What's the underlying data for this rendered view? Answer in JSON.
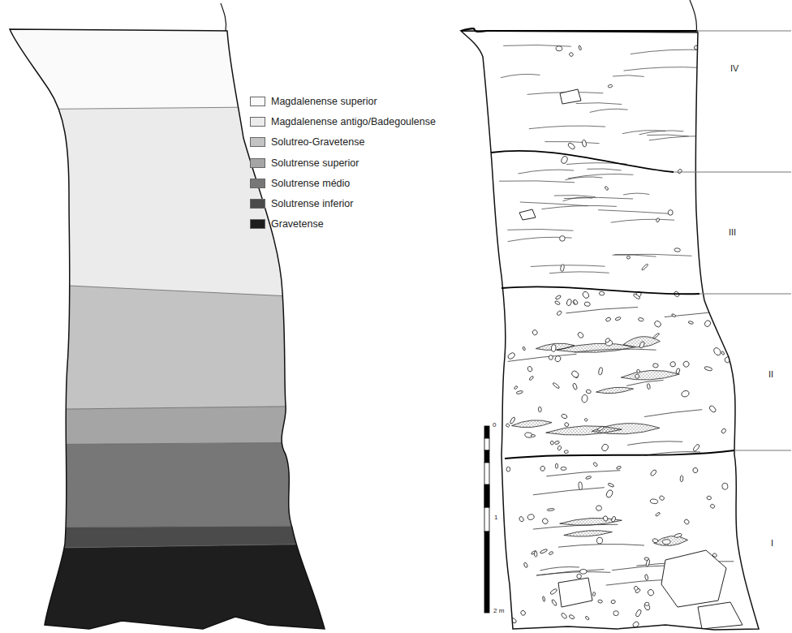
{
  "diagram": {
    "labels": [
      "IV",
      "III",
      "II",
      "I",
      "0",
      "1",
      "2 m"
    ],
    "legend": [
      {
        "text": "Magdalenense superior",
        "color": "#fafafa"
      },
      {
        "text": "Magdalenense antigo/Badegoulense",
        "color": "#ebebeb"
      },
      {
        "text": "Solutreo-Gravetense",
        "color": "#c3c3c3"
      },
      {
        "text": "Solutrense superior",
        "color": "#a5a5a5"
      },
      {
        "text": "Solutrense médio",
        "color": "#777777"
      },
      {
        "text": "Solutrense inferior",
        "color": "#4b4b4b"
      },
      {
        "text": "Gravetense",
        "color": "#1e1e1e"
      }
    ]
  }
}
